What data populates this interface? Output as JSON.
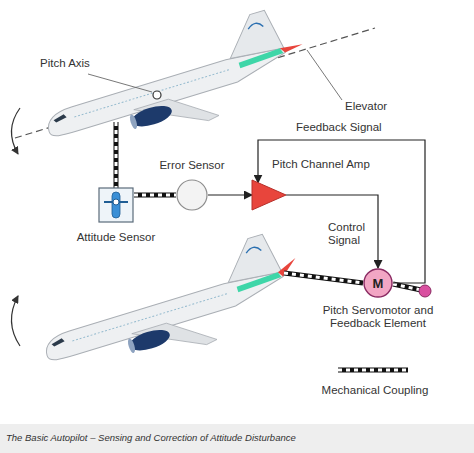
{
  "diagram": {
    "caption": "The Basic Autopilot – Sensing and Correction of Attitude Disturbance",
    "nodes": [
      {
        "text": [
          "Attitude Sensor"
        ]
      },
      {
        "text": [
          "Error Sensor"
        ]
      },
      {
        "text": [
          "Pitch Channel Amp"
        ]
      },
      {
        "text": [
          "M",
          "Pitch Servomotor and Feedback Element"
        ]
      }
    ],
    "edges": [
      {
        "from": 0,
        "to": 1,
        "arrow": "none"
      },
      {
        "from": 1,
        "to": 2,
        "arrow": "to"
      },
      {
        "from": 2,
        "to": 3,
        "label": "Control Signal",
        "arrow": "to"
      },
      {
        "from": 3,
        "to": 2,
        "label": "Feedback Signal",
        "arrow": "to"
      }
    ],
    "labels": [
      "Pitch Axis",
      "Elevator"
    ],
    "legend": [
      {
        "text": "Mechanical Coupling"
      }
    ]
  }
}
